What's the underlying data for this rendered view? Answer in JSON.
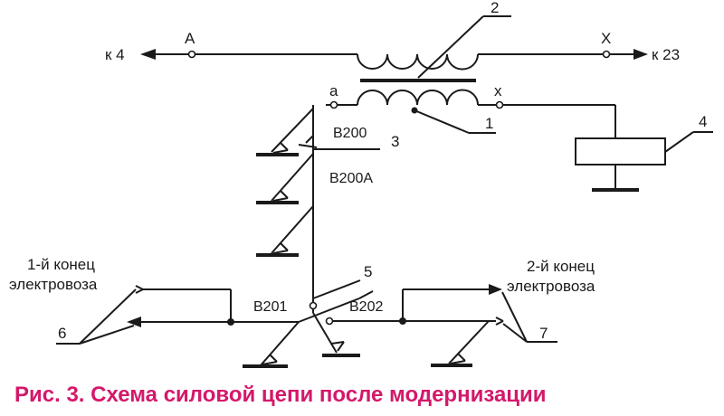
{
  "labels": {
    "left_arrow": "к 4",
    "right_arrow": "к 23",
    "terminal_A": "А",
    "terminal_X": "Х",
    "terminal_a": "а",
    "terminal_x": "х",
    "callout_1": "1",
    "callout_2": "2",
    "callout_3": "3",
    "callout_4": "4",
    "callout_5": "5",
    "callout_6": "6",
    "callout_7": "7",
    "switch_B200": "В200",
    "switch_B200A": "В200А",
    "switch_B201": "В201",
    "switch_B202": "В202",
    "end1_line1": "1-й конец",
    "end1_line2": "электровоза",
    "end2_line1": "2-й конец",
    "end2_line2": "электровоза"
  },
  "caption": "Рис. 3. Схема силовой цепи после модернизации",
  "colors": {
    "caption": "#d4186a",
    "line": "#1a1a1a"
  }
}
